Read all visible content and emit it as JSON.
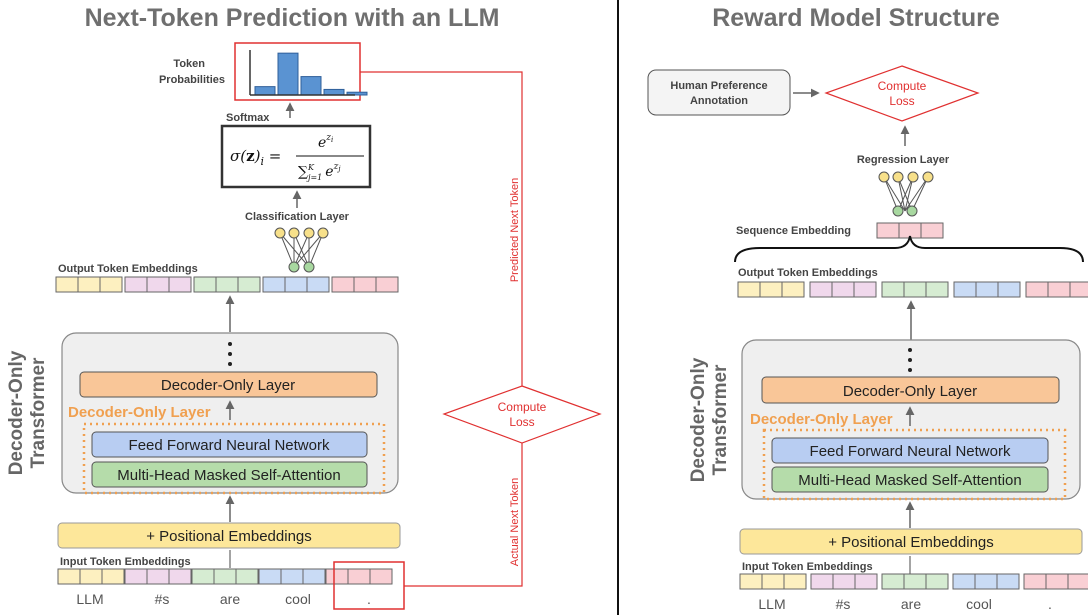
{
  "left": {
    "title": "Next-Token Prediction with an LLM",
    "token_probs_label_1": "Token",
    "token_probs_label_2": "Probabilities",
    "prob_values": [
      0.15,
      0.75,
      0.33,
      0.1,
      0.05
    ],
    "softmax_label": "Softmax",
    "classification_label": "Classification Layer",
    "output_embeddings_label": "Output Token Embeddings",
    "decoder_layer": "Decoder-Only Layer",
    "decoder_layer_orange": "Decoder-Only Layer",
    "ffnn": "Feed Forward Neural Network",
    "attention": "Multi-Head Masked Self-Attention",
    "side_label_1": "Decoder-Only",
    "side_label_2": "Transformer",
    "positional": "+ Positional Embeddings",
    "input_embeddings_label": "Input Token Embeddings",
    "tokens": [
      "LLM",
      "#s",
      "are",
      "cool",
      "."
    ],
    "predicted_next": "Predicted Next Token",
    "actual_next": "Actual Next Token",
    "compute_loss_1": "Compute",
    "compute_loss_2": "Loss"
  },
  "right": {
    "title": "Reward Model Structure",
    "human_pref_1": "Human Preference",
    "human_pref_2": "Annotation",
    "compute_loss_1": "Compute",
    "compute_loss_2": "Loss",
    "regression_label": "Regression Layer",
    "sequence_label": "Sequence Embedding",
    "output_embeddings_label": "Output Token Embeddings",
    "decoder_layer": "Decoder-Only Layer",
    "decoder_layer_orange": "Decoder-Only Layer",
    "ffnn": "Feed Forward Neural Network",
    "attention": "Multi-Head Masked Self-Attention",
    "side_label_1": "Decoder-Only",
    "side_label_2": "Transformer",
    "positional": "+ Positional Embeddings",
    "input_embeddings_label": "Input Token Embeddings",
    "tokens": [
      "LLM",
      "#s",
      "are",
      "cool",
      "."
    ]
  },
  "colors": {
    "token_fills": [
      "#fdf0c0",
      "#f0d8ec",
      "#d6ecd2",
      "#c9dbf5",
      "#f9cfd4"
    ],
    "red": "#e03030",
    "bar": "#5a93d2"
  }
}
